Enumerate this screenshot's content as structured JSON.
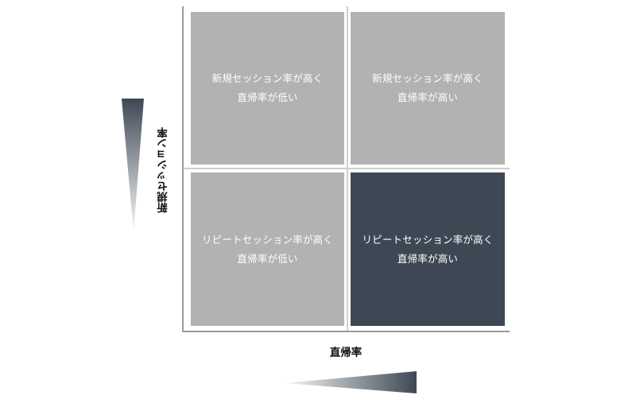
{
  "quadrants": {
    "top_left": {
      "line1": "新規セッション率が高く",
      "line2": "直帰率が低い"
    },
    "top_right": {
      "line1": "新規セッション率が高く",
      "line2": "直帰率が高い"
    },
    "bottom_left": {
      "line1": "リピートセッション率が高く",
      "line2": "直帰率が低い"
    },
    "bottom_right": {
      "line1": "リピートセッション率が高く",
      "line2": "直帰率が高い"
    }
  },
  "axes": {
    "y_label": "新規セッション率",
    "x_label": "直帰率"
  },
  "colors": {
    "quad_gray": "#b2b2b2",
    "quad_dark": "#3e4854",
    "wedge": "#3e4854"
  }
}
